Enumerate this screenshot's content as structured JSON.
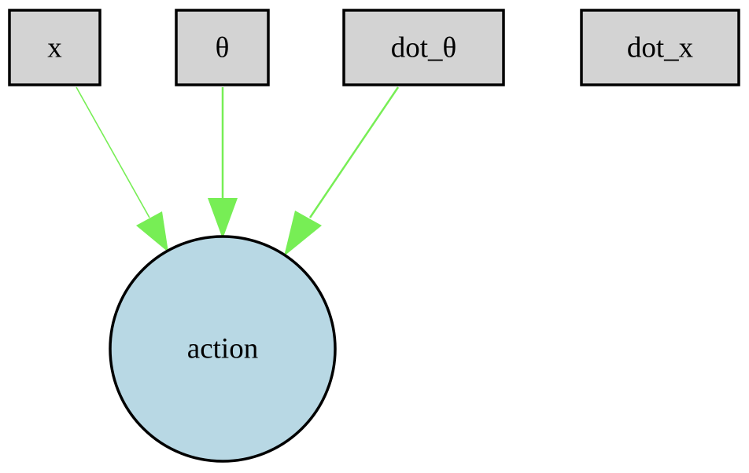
{
  "colors": {
    "input_fill": "#d3d3d3",
    "output_fill": "#b8d8e4",
    "edge": "#77ee55",
    "stroke": "#000000"
  },
  "nodes": {
    "x": {
      "label": "x",
      "kind": "input"
    },
    "theta": {
      "label": "θ",
      "kind": "input"
    },
    "dot_theta": {
      "label": "dot_θ",
      "kind": "input"
    },
    "dot_x": {
      "label": "dot_x",
      "kind": "input"
    },
    "action": {
      "label": "action",
      "kind": "output"
    }
  },
  "edges": [
    {
      "from": "x",
      "to": "action"
    },
    {
      "from": "theta",
      "to": "action"
    },
    {
      "from": "dot_theta",
      "to": "action"
    }
  ]
}
